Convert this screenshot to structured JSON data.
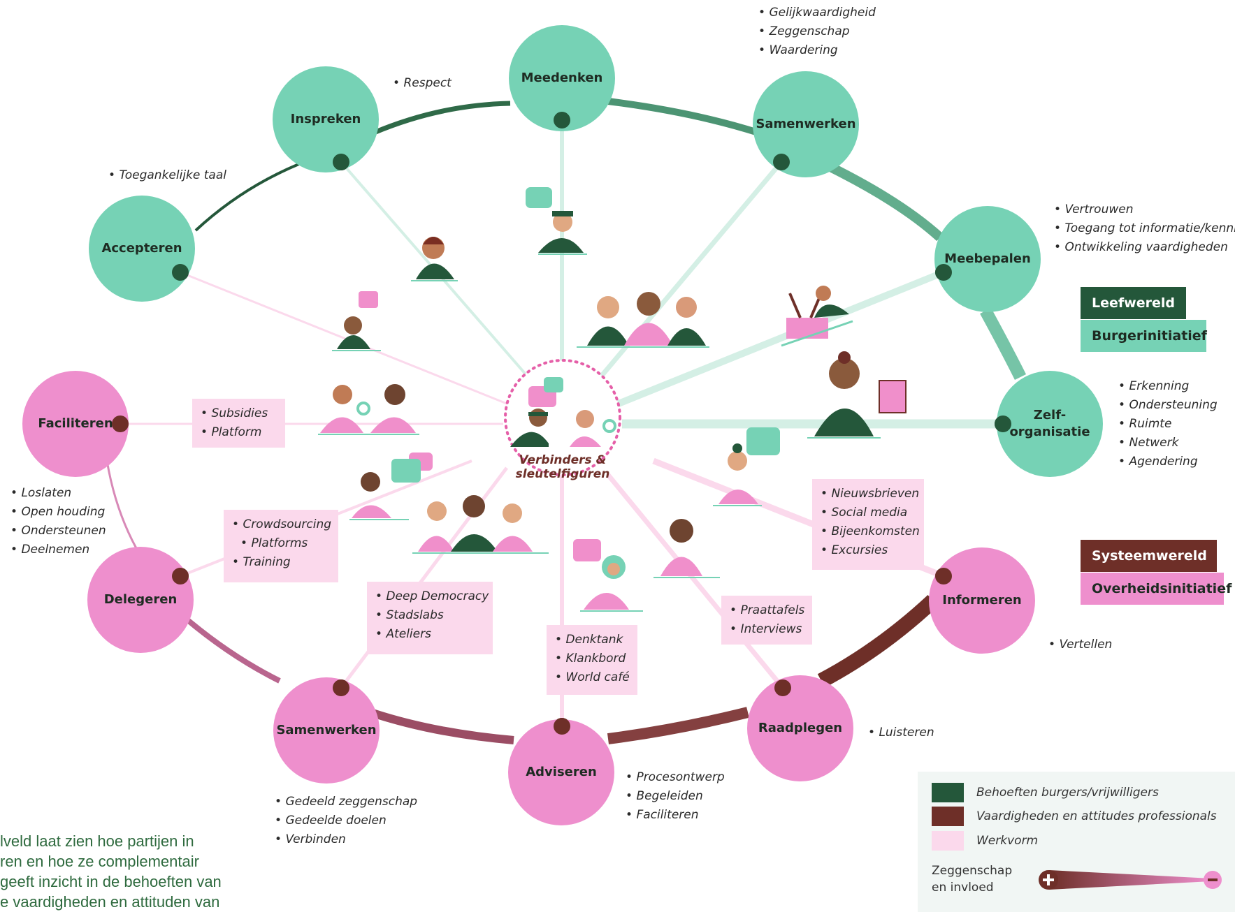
{
  "center": {
    "label": "Verbinders & sleutelfiguren"
  },
  "nodes": {
    "accepteren": "Accepteren",
    "inspreken": "Inspreken",
    "meedenken": "Meedenken",
    "samenwerken_top": "Samenwerken",
    "meebepalen": "Meebepalen",
    "zelforganisatie_1": "Zelf-",
    "zelforganisatie_2": "organisatie",
    "faciliteren": "Faciliteren",
    "delegeren": "Delegeren",
    "samenwerken_bottom": "Samenwerken",
    "adviseren": "Adviseren",
    "raadplegen": "Raadplegen",
    "informeren": "Informeren"
  },
  "needs": {
    "accepteren": [
      "Toegankelijke taal"
    ],
    "inspreken": [
      "Respect"
    ],
    "samenwerken_top": [
      "Gelijkwaardigheid",
      "Zeggenschap",
      "Waardering"
    ],
    "meebepalen": [
      "Vertrouwen",
      "Toegang tot informatie/kennis",
      "Ontwikkeling vaardigheden"
    ],
    "zelforganisatie": [
      "Erkenning",
      "Ondersteuning",
      "Ruimte",
      "Netwerk",
      "Agendering"
    ]
  },
  "skills": {
    "faciliteren": [
      "Loslaten",
      "Open houding",
      "Ondersteunen",
      "Deelnemen"
    ],
    "samenwerken_bottom": [
      "Gedeeld zeggenschap",
      "Gedeelde doelen",
      "Verbinden"
    ],
    "adviseren": [
      "Procesontwerp",
      "Begeleiden",
      "Faciliteren"
    ],
    "raadplegen": [
      "Luisteren"
    ],
    "informeren": [
      "Vertellen"
    ]
  },
  "workforms": {
    "faciliteren": [
      "Subsidies",
      "Platform"
    ],
    "delegeren": [
      "Crowdsourcing",
      "Platforms",
      "Training"
    ],
    "samenwerken": [
      "Deep Democracy",
      "Stadslabs",
      "Ateliers"
    ],
    "adviseren": [
      "Denktank",
      "Klankbord",
      "World café"
    ],
    "raadplegen": [
      "Praattafels",
      "Interviews"
    ],
    "informeren": [
      "Nieuwsbrieven",
      "Social media",
      "Bijeenkomsten",
      "Excursies"
    ]
  },
  "worlds": {
    "leefwereld": "Leefwereld",
    "burgerinitiatief": "Burgerinitiatief",
    "systeemwereld": "Systeemwereld",
    "overheidsinitiatief": "Overheidsinitiatief"
  },
  "legend": {
    "items": [
      "Behoeften burgers/vrijwilligers",
      "Vaardigheden en attitudes professionals",
      "Werkvorm"
    ],
    "scale_label_1": "Zeggenschap",
    "scale_label_2": "en invloed"
  },
  "bottom_text": [
    "lveld laat zien hoe partijen in",
    "ren en hoe ze complementair",
    "geeft inzicht in de behoeften van",
    "e vaardigheden en attituden van"
  ],
  "colors": {
    "mint": "#76d2b5",
    "pink": "#ee8fcd",
    "dark_green": "#24573a",
    "maroon": "#6e2f28",
    "light_pink": "#fbd9ec",
    "pale_mint": "#d4efe5"
  }
}
